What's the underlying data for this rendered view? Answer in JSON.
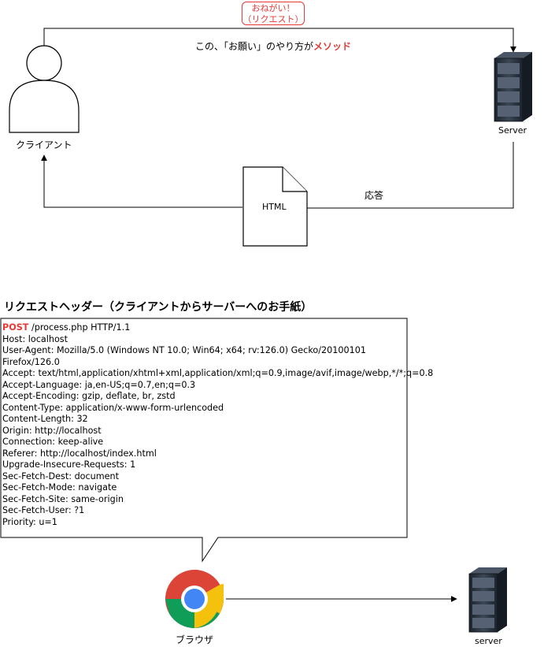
{
  "top": {
    "request_badge_line1": "おねがい！",
    "request_badge_line2": "（リクエスト）",
    "method_caption_prefix": "この、「お願い」のやり方が",
    "method_caption_highlight": "メソッド",
    "client_label": "クライアント",
    "server_label": "Server",
    "document_label": "HTML",
    "response_label": "応答"
  },
  "header_section": {
    "title": "リクエストヘッダー（クライアントからサーバーへのお手紙）",
    "method": "POST",
    "request_line_rest": " /process.php HTTP/1.1",
    "lines": [
      "Host: localhost",
      "User-Agent: Mozilla/5.0 (Windows NT 10.0; Win64; x64; rv:126.0) Gecko/20100101",
      "Firefox/126.0",
      "Accept: text/html,application/xhtml+xml,application/xml;q=0.9,image/avif,image/webp,*/*;q=0.8",
      "Accept-Language: ja,en-US;q=0.7,en;q=0.3",
      "Accept-Encoding: gzip, deflate, br, zstd",
      "Content-Type: application/x-www-form-urlencoded",
      "Content-Length: 32",
      "Origin: http://localhost",
      "Connection: keep-alive",
      "Referer: http://localhost/index.html",
      "Upgrade-Insecure-Requests: 1",
      "Sec-Fetch-Dest: document",
      "Sec-Fetch-Mode: navigate",
      "Sec-Fetch-Site: same-origin",
      "Sec-Fetch-User: ?1",
      "Priority: u=1"
    ]
  },
  "bottom": {
    "browser_label": "ブラウザ",
    "server_label": "server"
  },
  "colors": {
    "accent_red": "#e53935",
    "chrome_red": "#db4437",
    "chrome_yellow": "#f4c20d",
    "chrome_green": "#0f9d58",
    "chrome_blue": "#4285f4",
    "server_dark": "#2b3440"
  }
}
